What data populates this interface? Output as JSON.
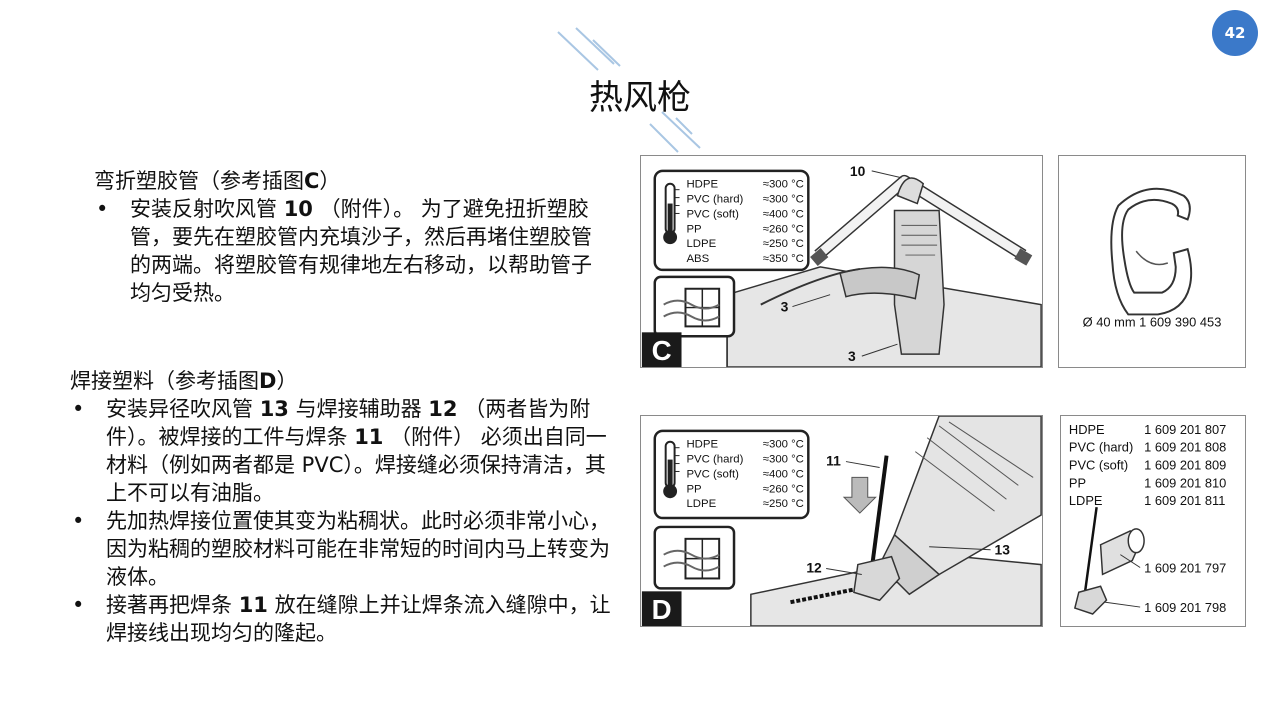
{
  "page_number": "42",
  "title": "热风枪",
  "section_c": {
    "heading_text": "弯折塑胶管（参考插图",
    "heading_ref": "C",
    "heading_close": "）",
    "bullet": "•",
    "item_pre": "安装反射吹风管 ",
    "item_num": "10",
    "item_post": " （附件）。 为了避免扭折塑胶管，要先在塑胶管内充填沙子，然后再堵住塑胶管的两端。将塑胶管有规律地左右移动，以帮助管子均匀受热。"
  },
  "section_d": {
    "heading_text": "焊接塑料（参考插图",
    "heading_ref": "D",
    "heading_close": "）",
    "bullet": "•",
    "item1_a": "安装异径吹风管 ",
    "item1_n1": "13",
    "item1_b": " 与焊接辅助器 ",
    "item1_n2": "12",
    "item1_c": " （两者皆为附件）。被焊接的工件与焊条 ",
    "item1_n3": "11",
    "item1_d": " （附件） 必须出自同一材料（例如两者都是 PVC）。焊接缝必须保持清洁，其上不可以有油脂。",
    "item2": "先加热焊接位置使其变为粘稠状。此时必须非常小心，因为粘稠的塑胶材料可能在非常短的时间内马上转变为液体。",
    "item3_a": "接著再把焊条 ",
    "item3_n": "11",
    "item3_b": " 放在缝隙上并让焊条流入缝隙中，让焊接线出现均匀的隆起。"
  },
  "figure_c": {
    "label": "C",
    "materials": [
      {
        "name": "HDPE",
        "temp": "≈300 °C"
      },
      {
        "name": "PVC (hard)",
        "temp": "≈300 °C"
      },
      {
        "name": "PVC (soft)",
        "temp": "≈400 °C"
      },
      {
        "name": "PP",
        "temp": "≈260 °C"
      },
      {
        "name": "LDPE",
        "temp": "≈250 °C"
      },
      {
        "name": "ABS",
        "temp": "≈350 °C"
      }
    ],
    "callouts": {
      "top": "10",
      "mid": "3",
      "bottom": "3"
    }
  },
  "figure_c_side": {
    "caption": "Ø 40 mm   1 609 390 453"
  },
  "figure_d": {
    "label": "D",
    "materials": [
      {
        "name": "HDPE",
        "temp": "≈300 °C"
      },
      {
        "name": "PVC (hard)",
        "temp": "≈300 °C"
      },
      {
        "name": "PVC (soft)",
        "temp": "≈400 °C"
      },
      {
        "name": "PP",
        "temp": "≈260 °C"
      },
      {
        "name": "LDPE",
        "temp": "≈250 °C"
      }
    ],
    "callouts": {
      "rod": "11",
      "nozzle": "13",
      "shoe": "12"
    }
  },
  "figure_d_side": {
    "parts": [
      {
        "name": "HDPE",
        "code": "1 609 201 807"
      },
      {
        "name": "PVC (hard)",
        "code": "1 609 201 808"
      },
      {
        "name": "PVC (soft)",
        "code": "1 609 201 809"
      },
      {
        "name": "PP",
        "code": "1 609 201 810"
      },
      {
        "name": "LDPE",
        "code": "1 609 201 811"
      }
    ],
    "code_nozzle": "1 609 201 797",
    "code_shoe": "1 609 201 798"
  }
}
